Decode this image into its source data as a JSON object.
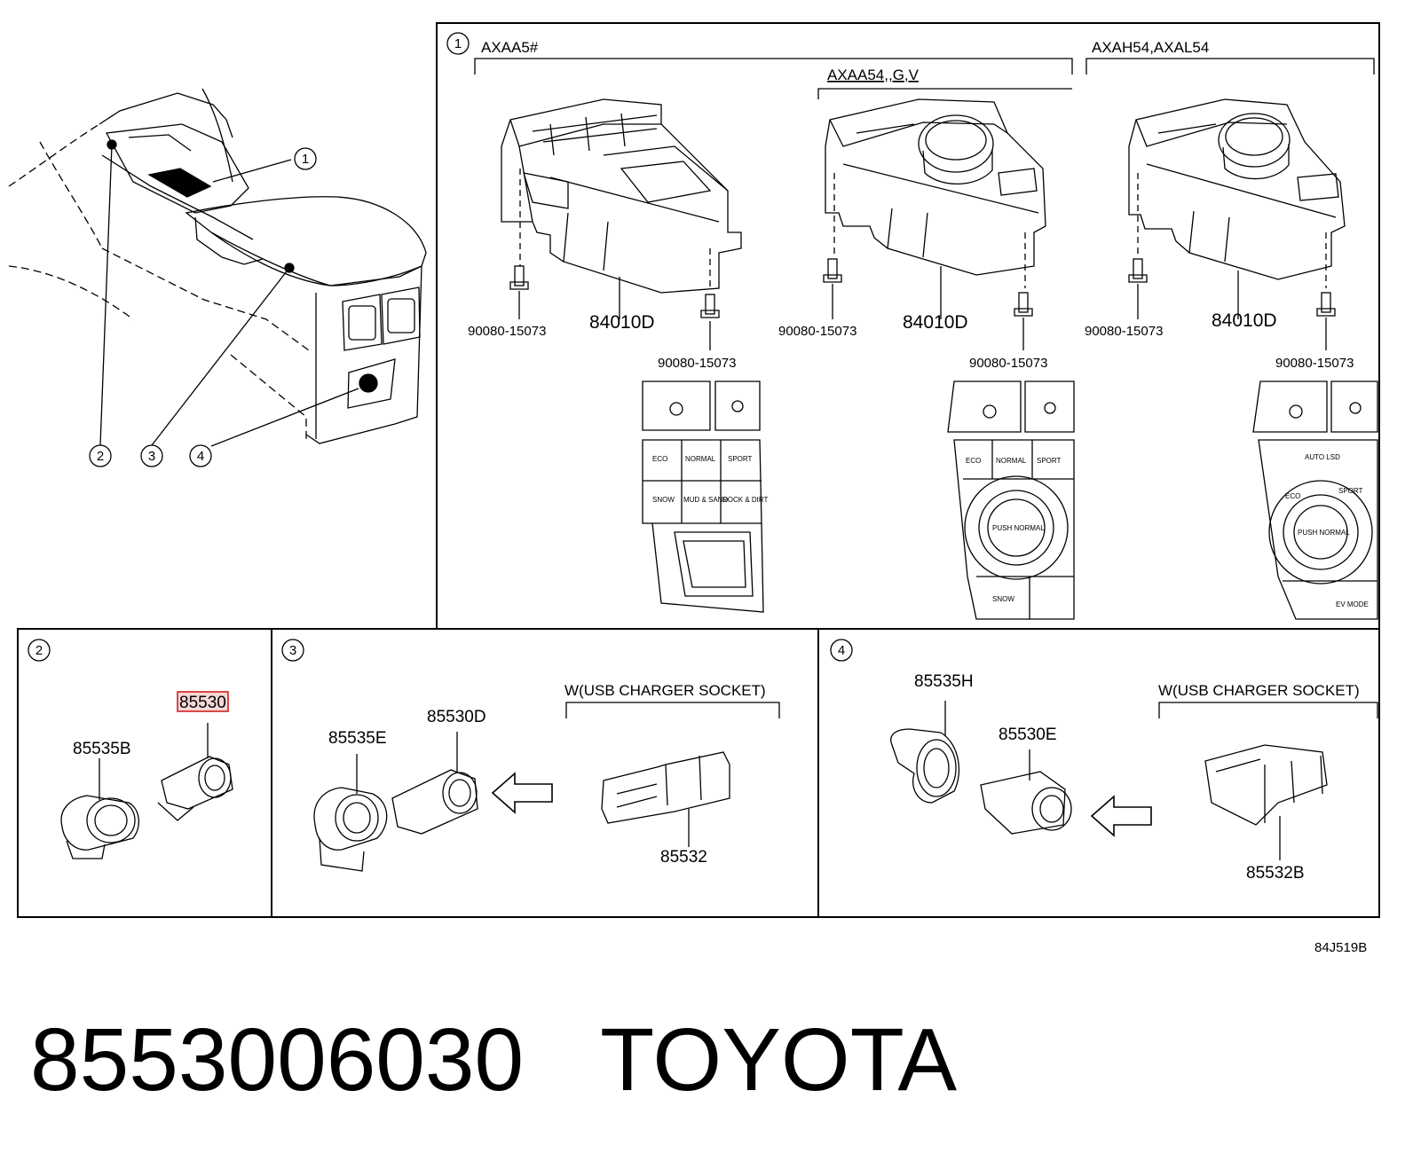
{
  "callouts": [
    "1",
    "2",
    "3",
    "4"
  ],
  "section1": {
    "variant_left": "AXAA5#",
    "variant_mid": "AXAA54,,G,V",
    "variant_right": "AXAH54,AXAL54",
    "screw": "90080-15073",
    "module": "84010D",
    "panel_a": {
      "buttons": [
        "ECO",
        "NORMAL",
        "SPORT",
        "SNOW",
        "MUD & SAND",
        "ROCK & DIRT"
      ]
    },
    "panel_b": {
      "buttons": [
        "ECO",
        "NORMAL",
        "SPORT",
        "SNOW"
      ],
      "knob": "PUSH NORMAL"
    },
    "panel_c": {
      "buttons": [
        "AUTO LSD",
        "ECO",
        "SPORT",
        "EV MODE"
      ],
      "knob": "PUSH NORMAL"
    }
  },
  "section2": {
    "part_a": "85535B",
    "part_b": "85530"
  },
  "section3": {
    "note": "W(USB CHARGER SOCKET)",
    "part_a": "85535E",
    "part_b": "85530D",
    "part_c": "85532"
  },
  "section4": {
    "note": "W(USB CHARGER SOCKET)",
    "part_a": "85535H",
    "part_b": "85530E",
    "part_c": "85532B"
  },
  "diagram_code": "84J519B",
  "footer": {
    "part_number": "8553006030",
    "brand": "TOYOTA"
  },
  "colors": {
    "highlight": "#d22020",
    "line": "#000000",
    "background": "#ffffff"
  }
}
